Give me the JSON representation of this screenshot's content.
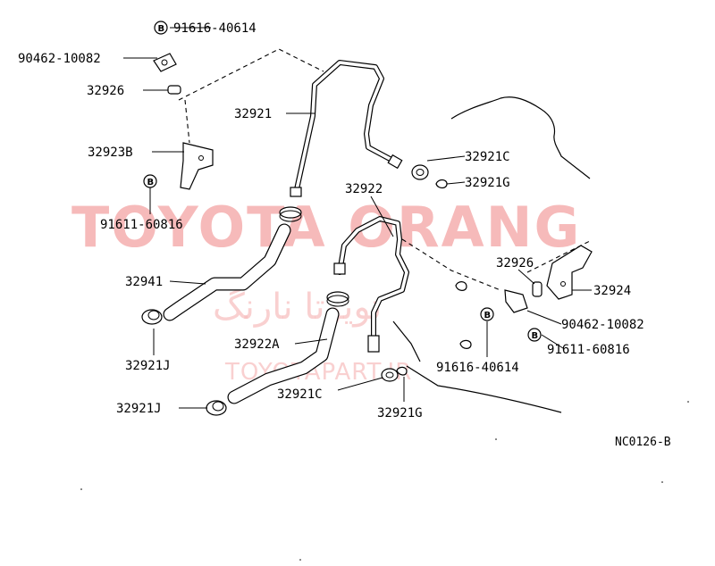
{
  "watermark": {
    "brand": "TOYOTA ORANG",
    "persian": "تویوتا نارنگ",
    "url": "TOYOTAPART.IR"
  },
  "badge_letter": "B",
  "diagram_code": "NC0126-B",
  "labels": {
    "p91616_top": "91616-40614",
    "p90462_top": "90462-10082",
    "p32926_top": "32926",
    "p32921": "32921",
    "p32923B": "32923B",
    "p91611_left": "91611-60816",
    "p32921C_top": "32921C",
    "p32921G_top": "32921G",
    "p32922": "32922",
    "p32926_right": "32926",
    "p32924": "32924",
    "p90462_right": "90462-10082",
    "p91611_right": "91611-60816",
    "p91616_bottom": "91616-40614",
    "p32941": "32941",
    "p32921J_upper": "32921J",
    "p32922A": "32922A",
    "p32921C_bottom": "32921C",
    "p32921G_bottom": "32921G",
    "p32921J_lower": "32921J"
  }
}
